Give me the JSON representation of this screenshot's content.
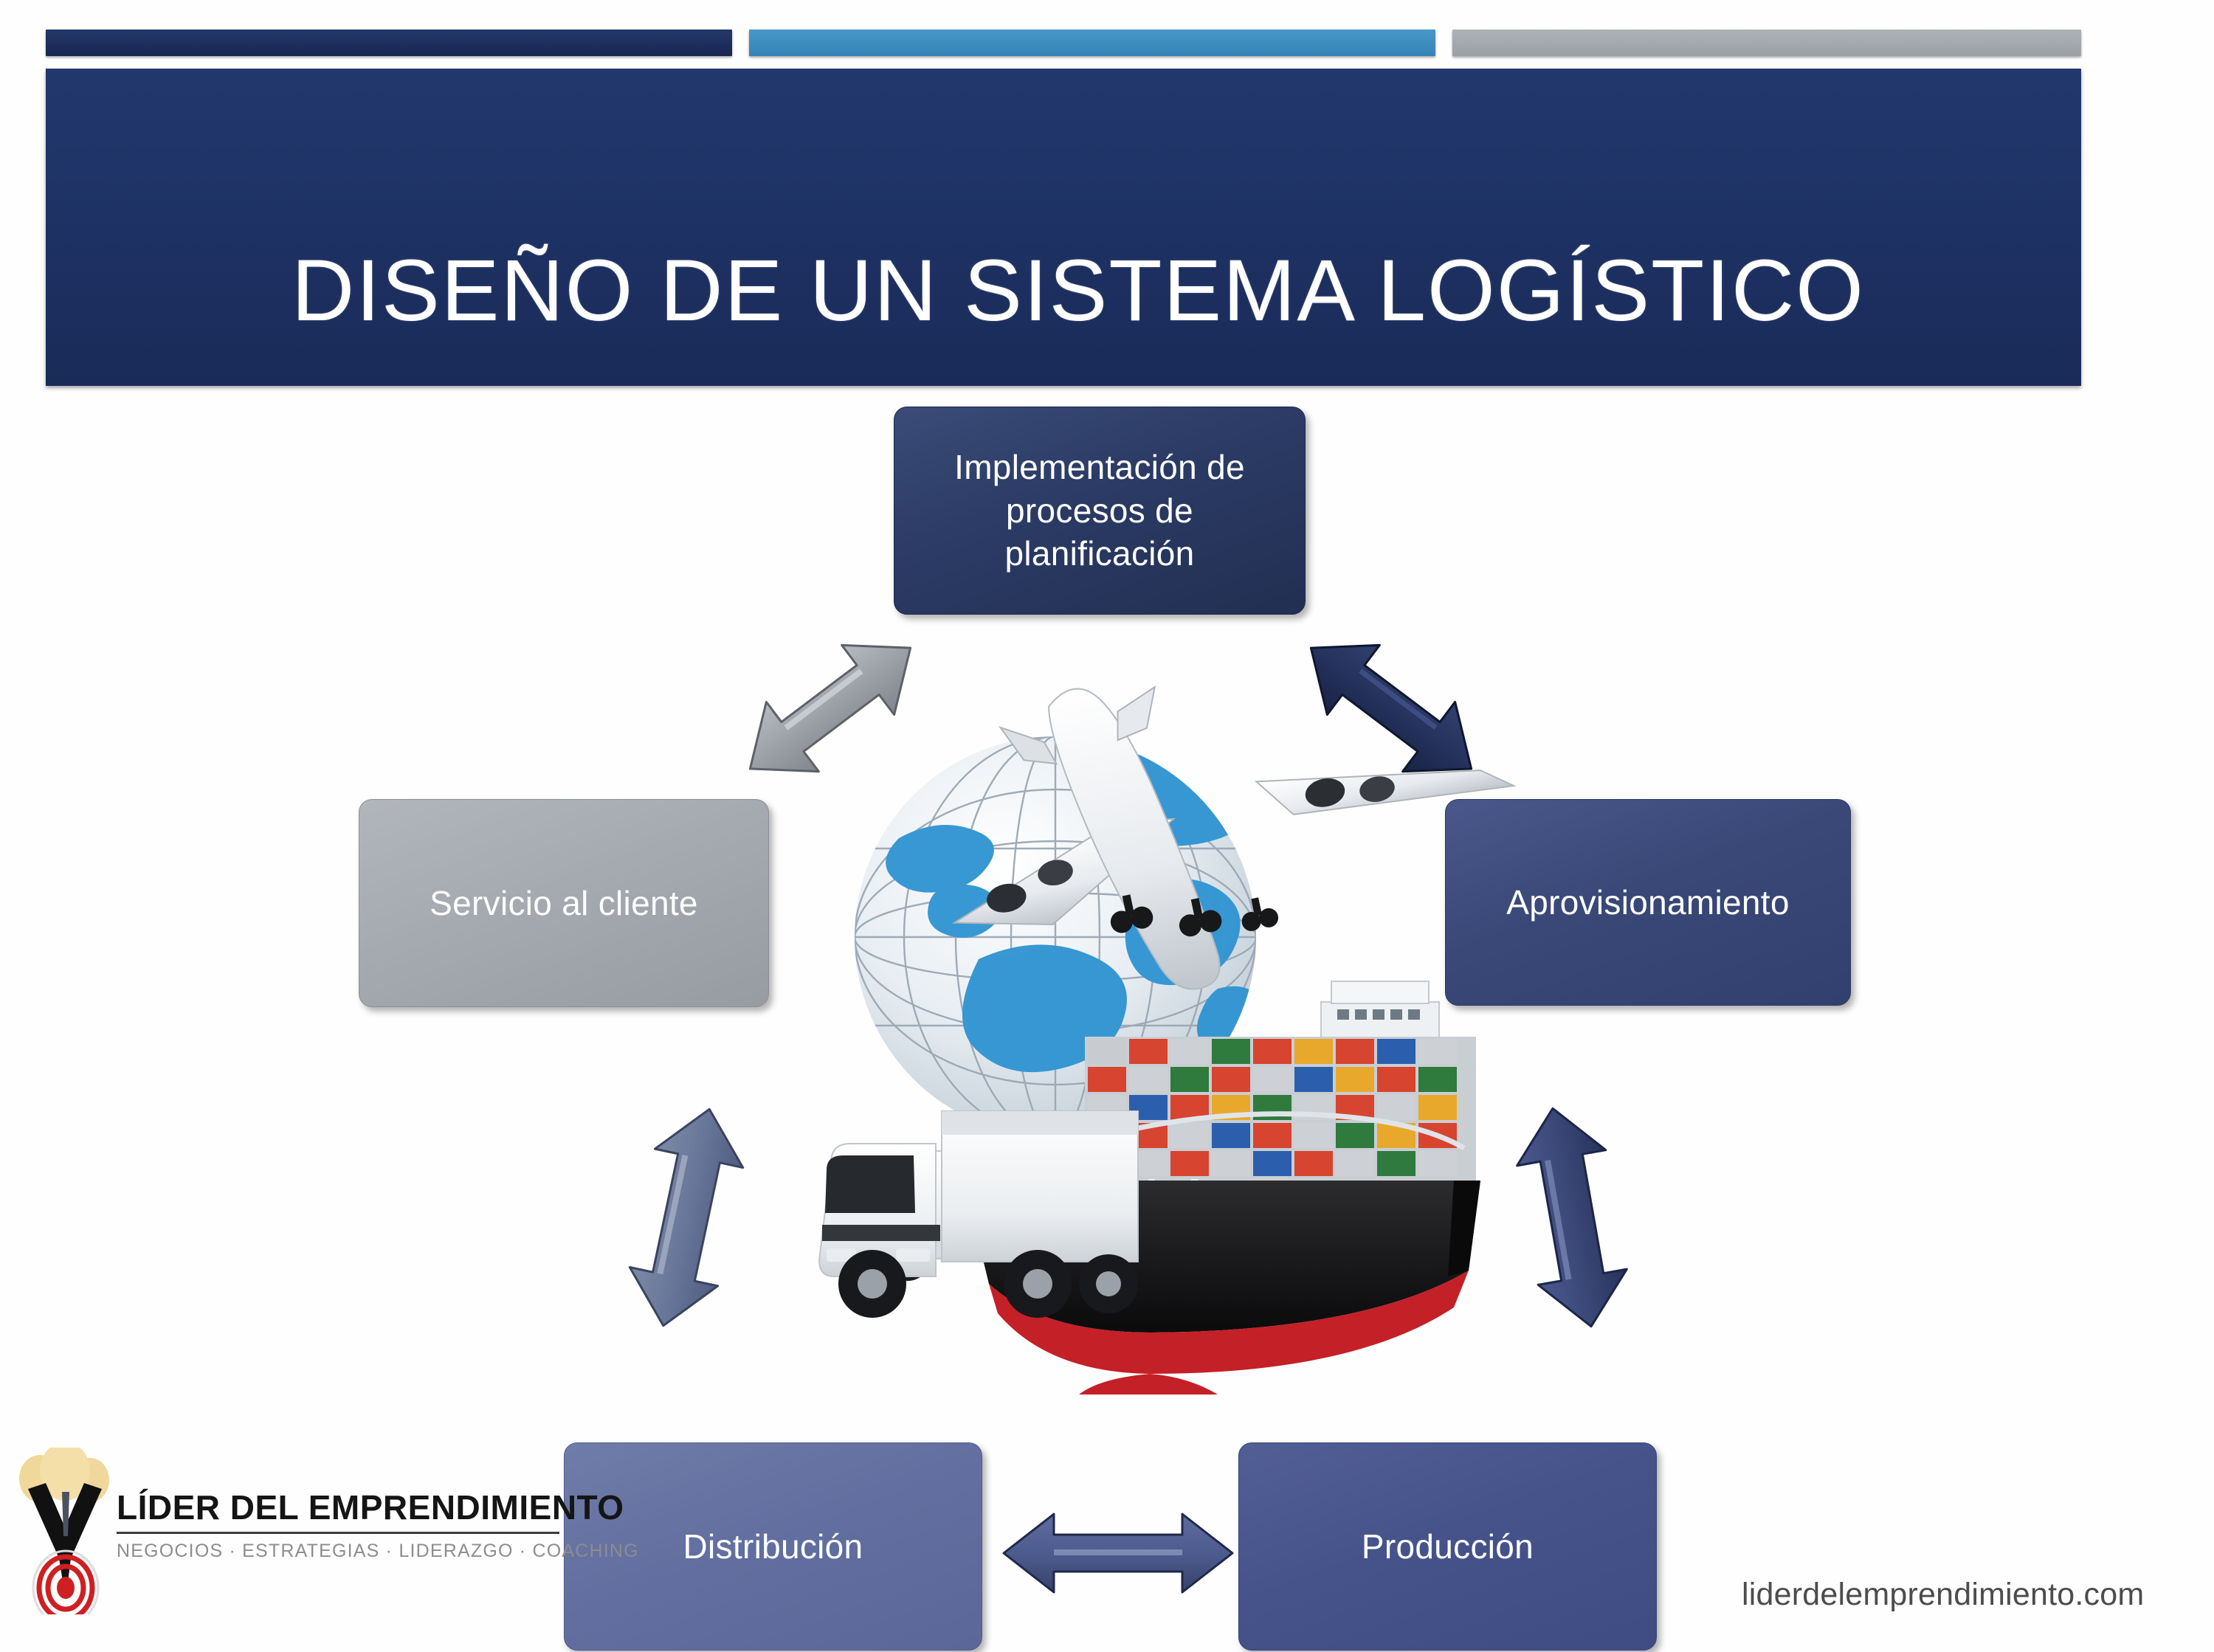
{
  "slide": {
    "title": "DISEÑO DE UN SISTEMA LOGÍSTICO",
    "accent_bar": {
      "segments": [
        {
          "name": "navy",
          "color": "#1d2e5c"
        },
        {
          "name": "blue",
          "color": "#3d8cbe"
        },
        {
          "name": "gray",
          "color": "#a3a8ad"
        }
      ]
    },
    "banner_color": "#1e3265"
  },
  "diagram": {
    "boxes": [
      {
        "id": "implementacion",
        "label": "Implementación de procesos de planificación",
        "color": "#2c3c66"
      },
      {
        "id": "servicio",
        "label": "Servicio al cliente",
        "color": "#a5aab0"
      },
      {
        "id": "aprovisionamiento",
        "label": "Aprovisionamiento",
        "color": "#3a4878"
      },
      {
        "id": "distribucion",
        "label": "Distribución",
        "color": "#626fa0"
      },
      {
        "id": "produccion",
        "label": "Producción",
        "color": "#46538b"
      }
    ],
    "arrows": [
      {
        "id": "top-left",
        "from": "servicio",
        "to": "implementacion",
        "color": "#9ba0a6",
        "direction": "double",
        "orientation": "diagonal-up-right"
      },
      {
        "id": "top-right",
        "from": "implementacion",
        "to": "aprovisionamiento",
        "color": "#26325c",
        "direction": "double",
        "orientation": "diagonal-down-right"
      },
      {
        "id": "left",
        "from": "distribucion",
        "to": "servicio",
        "color": "#6a7794",
        "direction": "double",
        "orientation": "vertical"
      },
      {
        "id": "right",
        "from": "produccion",
        "to": "aprovisionamiento",
        "color": "#3a487c",
        "direction": "double",
        "orientation": "vertical"
      },
      {
        "id": "bottom",
        "from": "distribucion",
        "to": "produccion",
        "color": "#4d5c8f",
        "direction": "double",
        "orientation": "horizontal"
      }
    ],
    "illustration": {
      "name": "global-logistics-collage",
      "elements": [
        "globe",
        "airplane",
        "container-ship",
        "cargo-truck",
        "delivery-van"
      ],
      "globe_color": "#2e93d1",
      "ship_hull_color": "#1a1a1a",
      "ship_keel_color": "#c42027"
    }
  },
  "footer": {
    "brand_name": "LÍDER DEL EMPRENDIMIENTO",
    "brand_tagline": "NEGOCIOS · ESTRATEGIAS · LIDERAZGO · COACHING",
    "site_url": "liderdelemprendimiento.com",
    "logo_target_color": "#d32020"
  }
}
